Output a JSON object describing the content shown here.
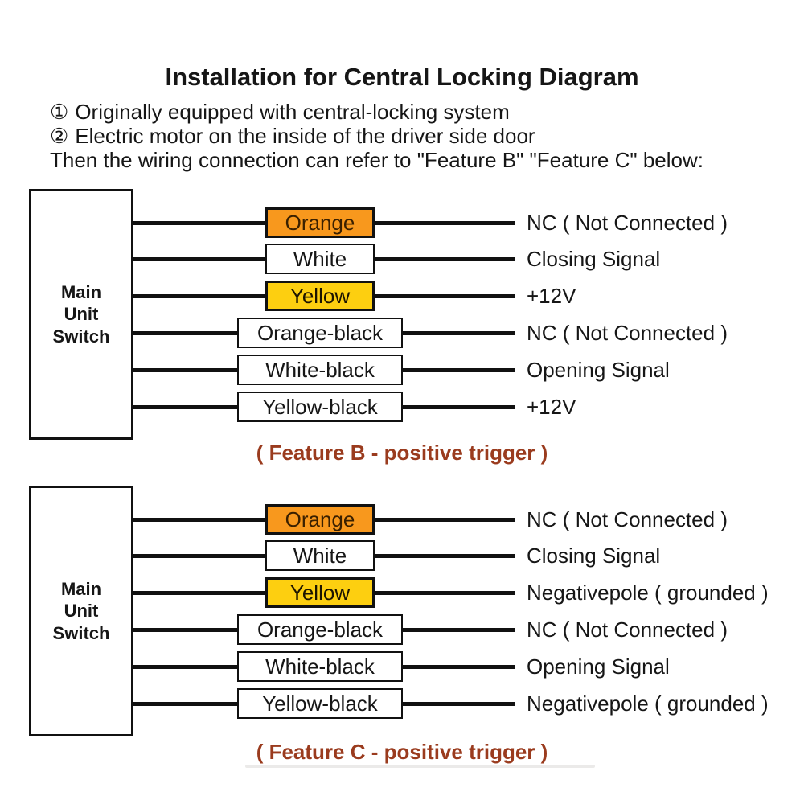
{
  "page": {
    "title": "Installation for Central Locking Diagram",
    "notes": [
      {
        "prefix": "①",
        "text": "Originally equipped with central-locking system"
      },
      {
        "prefix": "②",
        "text": "Electric motor on the inside of the driver side door"
      }
    ],
    "intro": "Then the wiring connection can refer to \"Feature B\" \"Feature C\" below:"
  },
  "colors": {
    "orange": "#F8981D",
    "yellow": "#FDCF10",
    "caption": "#9A3B1E",
    "wire": "#111111"
  },
  "diagrams": [
    {
      "source_label": "Main Unit Switch",
      "caption": "( Feature B - positive trigger )",
      "rows": [
        {
          "wire": "Orange",
          "signal": "NC ( Not Connected )"
        },
        {
          "wire": "White",
          "signal": "Closing Signal"
        },
        {
          "wire": "Yellow",
          "signal": "+12V"
        },
        {
          "wire": "Orange-black",
          "signal": "NC ( Not Connected )"
        },
        {
          "wire": "White-black",
          "signal": "Opening Signal"
        },
        {
          "wire": "Yellow-black",
          "signal": "+12V"
        }
      ]
    },
    {
      "source_label": "Main Unit Switch",
      "caption": "( Feature C - positive trigger )",
      "rows": [
        {
          "wire": "Orange",
          "signal": "NC ( Not Connected )"
        },
        {
          "wire": "White",
          "signal": "Closing Signal"
        },
        {
          "wire": "Yellow",
          "signal": "Negativepole ( grounded )"
        },
        {
          "wire": "Orange-black",
          "signal": "NC ( Not Connected )"
        },
        {
          "wire": "White-black",
          "signal": "Opening Signal"
        },
        {
          "wire": "Yellow-black",
          "signal": "Negativepole ( grounded )"
        }
      ]
    }
  ]
}
